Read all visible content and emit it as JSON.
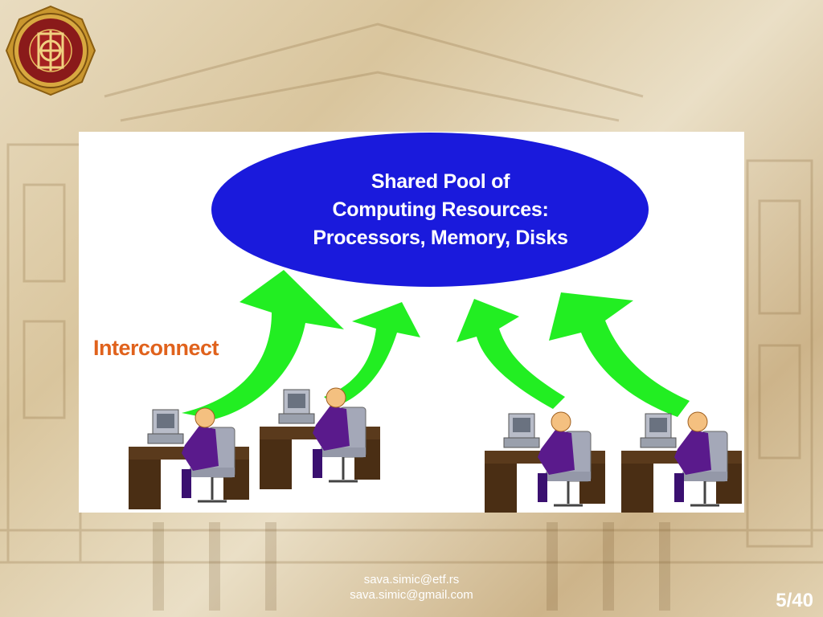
{
  "slide": {
    "diagram": {
      "pool_lines": [
        "Shared Pool of",
        "Computing Resources:",
        "Processors, Memory, Disks"
      ],
      "interconnect_label": "Interconnect",
      "pool_color": "#1a1adc",
      "arrow_color": "#22ee22",
      "label_color": "#e0621c",
      "workstation_count": 4
    },
    "footer": {
      "email_1": "sava.simic@etf.rs",
      "email_2": "sava.simic@gmail.com",
      "page_number": "5/40"
    }
  }
}
